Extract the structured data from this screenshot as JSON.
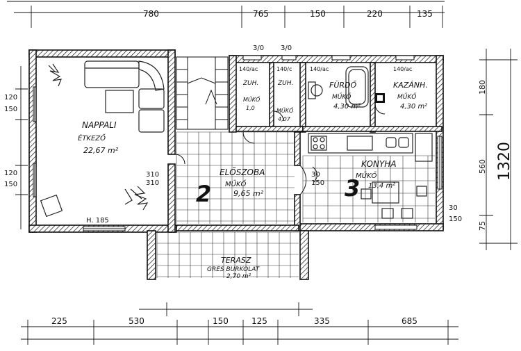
{
  "top_dimensions": [
    "780",
    "765",
    "150",
    "220",
    "135"
  ],
  "bottom_dimensions": [
    "225",
    "530",
    "150",
    "125",
    "335",
    "685"
  ],
  "right_dimensions": [
    "180",
    "560",
    "75",
    "1320"
  ],
  "left_dimensions": [
    "120",
    "150",
    "120",
    "150"
  ],
  "window_marks": [
    "H. 185",
    "30",
    "150",
    "310",
    "310",
    "30",
    "150"
  ],
  "rooms": {
    "living": {
      "name": "NAPPALI",
      "subtitle": "ÉTKEZŐ",
      "area": "22,67 m²"
    },
    "hall": {
      "name": "ELŐSZOBA",
      "subtitle": "MŰKŐ",
      "area": "9,65 m²"
    },
    "kitchen": {
      "name": "KONYHA",
      "subtitle": "MŰKŐ",
      "area": "13,4 m²"
    },
    "bath": {
      "name": "FÜRDŐ",
      "subtitle": "MŰKŐ",
      "area": "4,30 m²"
    },
    "boiler": {
      "name": "KAZÁNH.",
      "subtitle": "MŰKŐ",
      "area": "4,30 m²"
    },
    "wc1": {
      "name": "ZUH.",
      "subtitle": "MŰKŐ",
      "area": "1,0"
    },
    "wc2": {
      "name": "ZUH.",
      "subtitle": "MŰKŐ",
      "area": "4,07"
    },
    "terrace": {
      "name": "TERASZ",
      "subtitle": "GRES BURKOLAT",
      "area": "2,70 m²"
    }
  },
  "room_numbers": [
    "2",
    "3"
  ],
  "small_labels": [
    "140/ac",
    "140/c",
    "140/ac",
    "140/ac",
    "3/0",
    "3/0"
  ]
}
